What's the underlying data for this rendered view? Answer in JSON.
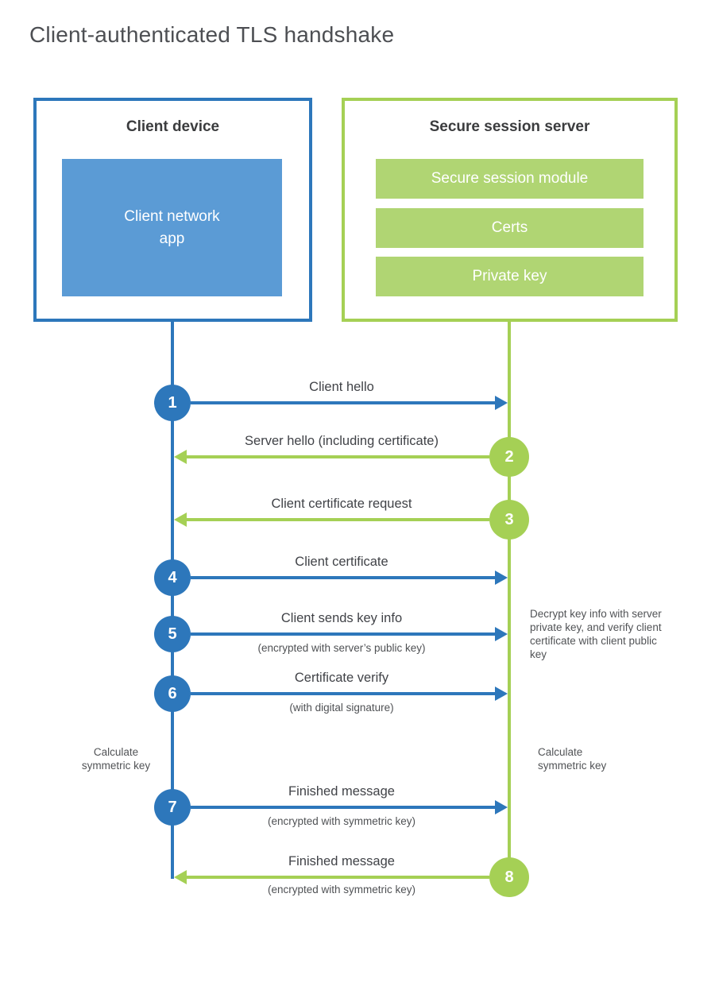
{
  "title": "Client-authenticated TLS handshake",
  "colors": {
    "blue": "#2d77bb",
    "blue_fill": "#5b9bd5",
    "green": "#a5d055",
    "green_fill": "#b0d573",
    "text_dark": "#404247",
    "text_gray": "#515356"
  },
  "client": {
    "title": "Client device",
    "app_label": "Client network app"
  },
  "server": {
    "title": "Secure session server",
    "modules": [
      "Secure session module",
      "Certs",
      "Private key"
    ]
  },
  "messages": [
    {
      "num": "1",
      "label": "Client hello",
      "sub": "",
      "direction": "client-to-server"
    },
    {
      "num": "2",
      "label": "Server hello (including certificate)",
      "sub": "",
      "direction": "server-to-client"
    },
    {
      "num": "3",
      "label": "Client certificate request",
      "sub": "",
      "direction": "server-to-client"
    },
    {
      "num": "4",
      "label": "Client certificate",
      "sub": "",
      "direction": "client-to-server"
    },
    {
      "num": "5",
      "label": "Client sends key info",
      "sub": "(encrypted with server’s public key)",
      "direction": "client-to-server"
    },
    {
      "num": "6",
      "label": "Certificate verify",
      "sub": "(with digital signature)",
      "direction": "client-to-server"
    },
    {
      "num": "7",
      "label": "Finished message",
      "sub": "(encrypted with symmetric key)",
      "direction": "client-to-server"
    },
    {
      "num": "8",
      "label": "Finished message",
      "sub": "(encrypted with symmetric key)",
      "direction": "server-to-client"
    }
  ],
  "notes": {
    "decrypt": "Decrypt key info with server private key, and verify client certificate with client public key",
    "calc_left": "Calculate symmetric key",
    "calc_right": "Calculate symmetric key"
  }
}
